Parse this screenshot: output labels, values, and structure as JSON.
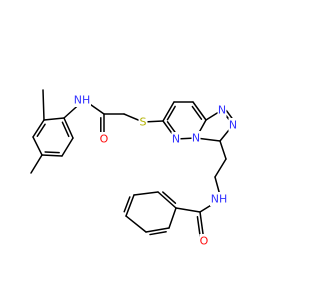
{
  "molecule": {
    "colors": {
      "bond": "#000000",
      "nitrogen": "#3333ff",
      "oxygen": "#ff0d0d",
      "sulfur": "#b2b200",
      "background": "#ffffff"
    },
    "labels": {
      "amide_nh_left": "NH",
      "amide_o_left": "O",
      "thioether_s": "S",
      "triazole_n1": "N",
      "triazole_n2": "N",
      "pyridazine_n_bridge": "N",
      "pyridazine_n": "N",
      "amide_nh_right": "NH",
      "amide_o_right": "O"
    }
  }
}
